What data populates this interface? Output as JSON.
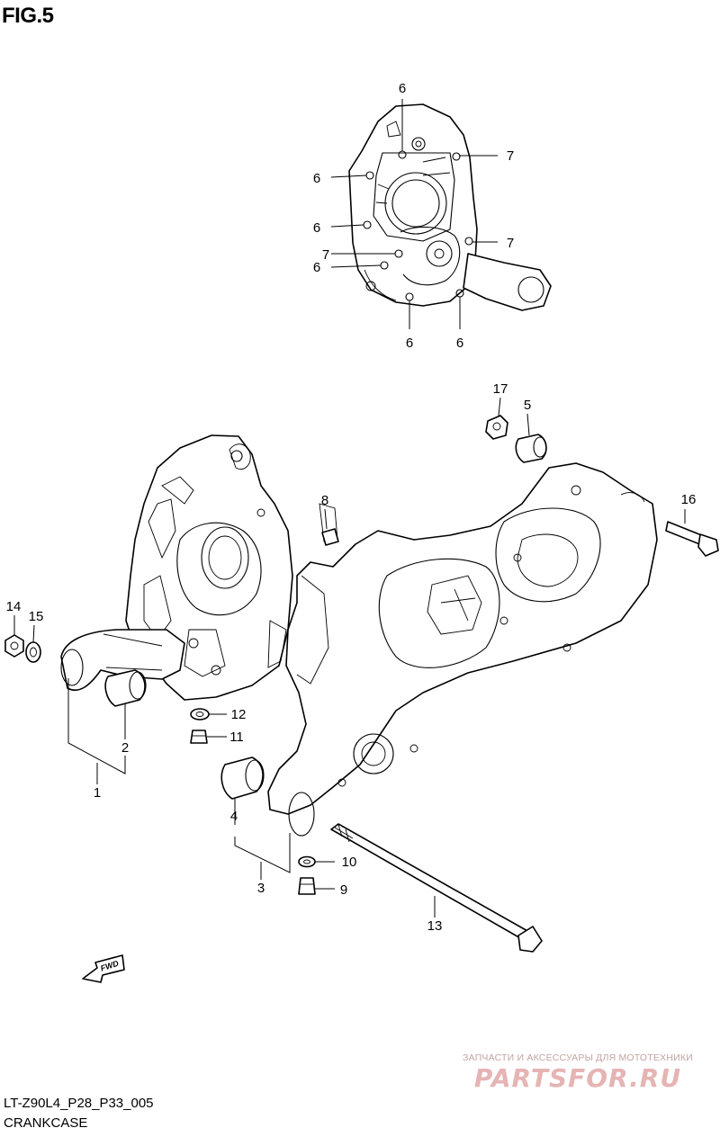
{
  "figure": {
    "title": "FIG.5"
  },
  "callouts": {
    "c1": "1",
    "c2": "2",
    "c3": "3",
    "c4": "4",
    "c5": "5",
    "c6": "6",
    "c7": "7",
    "c8": "8",
    "c9": "9",
    "c10": "10",
    "c11": "11",
    "c12": "12",
    "c13": "13",
    "c14": "14",
    "c15": "15",
    "c16": "16",
    "c17": "17"
  },
  "fwd_arrow": {
    "label": "FWD"
  },
  "watermark": {
    "line1": "ЗАПЧАСТИ И АКСЕССУАРЫ ДЛЯ МОТОТЕХНИКИ",
    "logo": "PARTSFOR.RU"
  },
  "footer": {
    "code": "LT-Z90L4_P28_P33_005",
    "name": "CRANKCASE"
  }
}
